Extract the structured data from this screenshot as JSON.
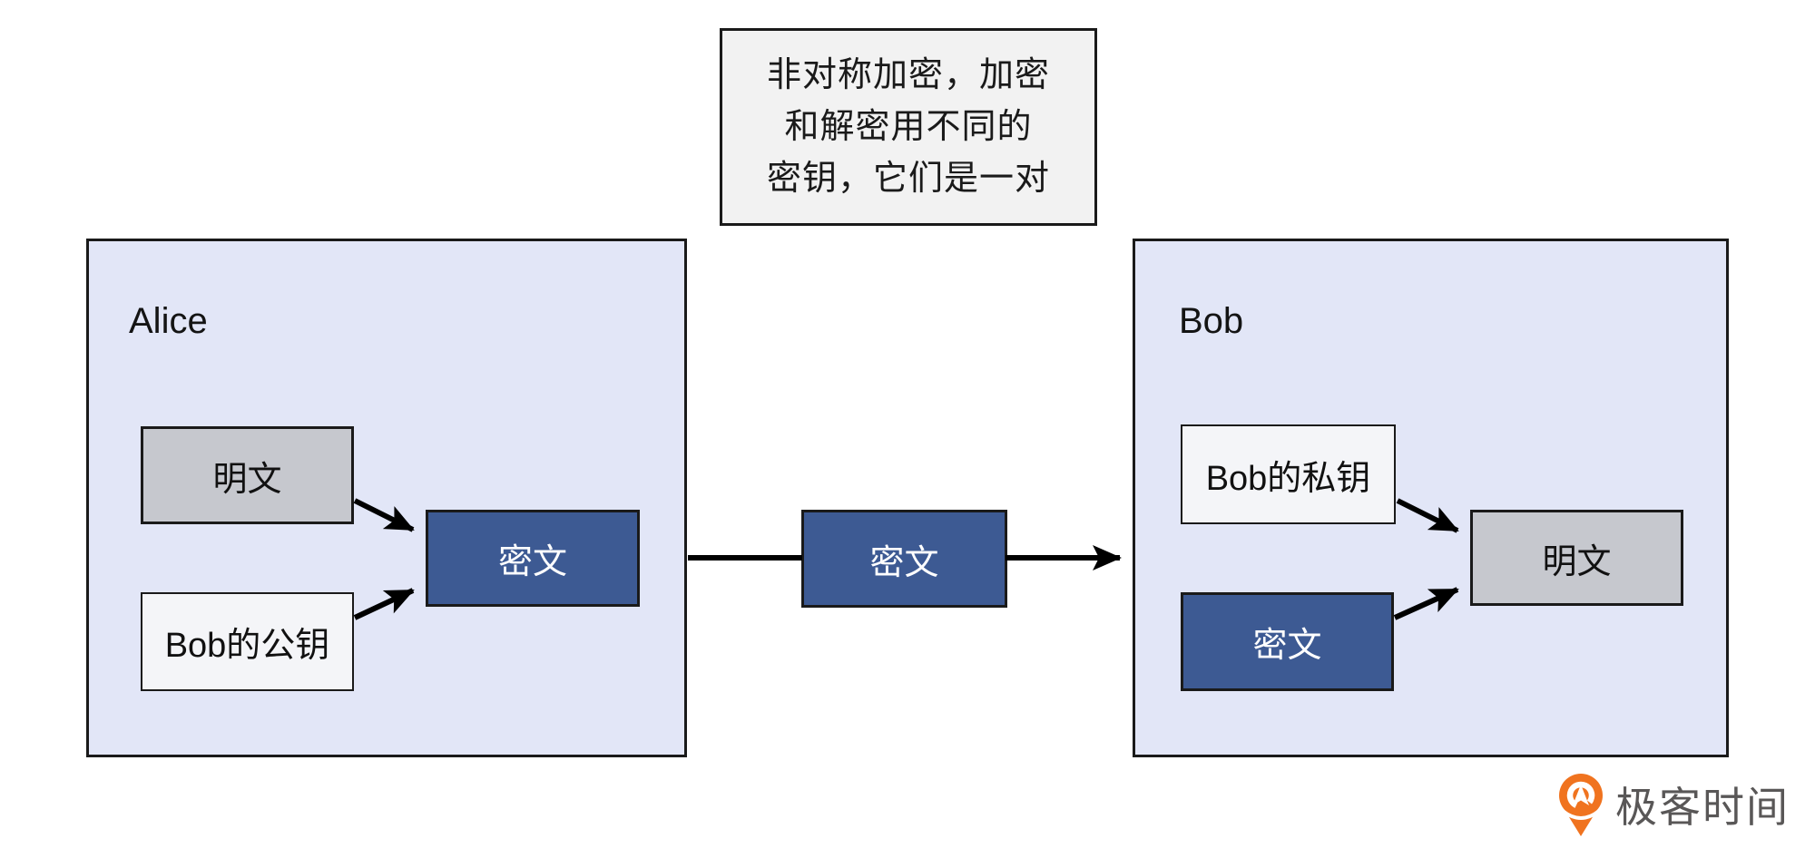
{
  "note": {
    "lines": [
      "非对称加密，加密",
      "和解密用不同的",
      "密钥，它们是一对"
    ]
  },
  "alice_panel": {
    "title": "Alice",
    "plaintext_label": "明文",
    "public_key_label": "Bob的公钥",
    "ciphertext_label": "密文"
  },
  "channel": {
    "ciphertext_label": "密文"
  },
  "bob_panel": {
    "title": "Bob",
    "private_key_label": "Bob的私钥",
    "ciphertext_label": "密文",
    "plaintext_label": "明文"
  },
  "logo": {
    "text": "极客时间"
  },
  "colors": {
    "panel_bg": "#E2E6F7",
    "note_bg": "#F2F2F2",
    "gray_box": "#C6C8CE",
    "light_box": "#F4F5F8",
    "blue_box": "#3D5A93",
    "border": "#1A1A1A",
    "arrow": "#000000",
    "logo_orange": "#F0731F",
    "logo_text": "#595757"
  }
}
